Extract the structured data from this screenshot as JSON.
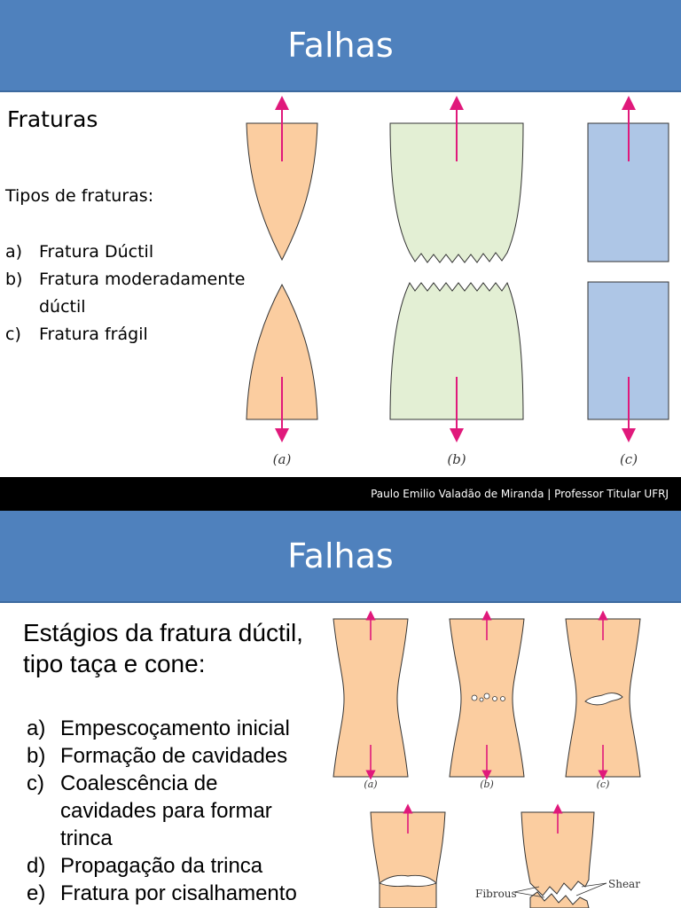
{
  "slide1": {
    "title": "Falhas",
    "heading": "Fraturas",
    "types_label": "Tipos de fraturas:",
    "items": [
      {
        "marker": "a)",
        "text": "Fratura Dúctil"
      },
      {
        "marker": "b)",
        "text": "Fratura moderadamente"
      },
      {
        "marker": "",
        "text": "dúctil"
      },
      {
        "marker": "c)",
        "text": " Fratura frágil"
      }
    ],
    "figure_labels": [
      "(a)",
      "(b)",
      "(c)"
    ],
    "colors": {
      "ductile": "#fbcda0",
      "moderate": "#e3efd4",
      "brittle": "#aec6e6",
      "arrow": "#e0197b"
    }
  },
  "footer": {
    "text": "Paulo Emilio Valadão de Miranda | Professor Titular UFRJ"
  },
  "slide2": {
    "title": "Falhas",
    "heading": "Estágios da fratura dúctil, tipo taça e cone:",
    "items": [
      {
        "marker": "a)",
        "text": "Empescoçamento inicial"
      },
      {
        "marker": "b)",
        "text": "Formação de cavidades"
      },
      {
        "marker": "c)",
        "text": "Coalescência de"
      },
      {
        "marker": "",
        "text": "cavidades para formar"
      },
      {
        "marker": "",
        "text": "trinca"
      },
      {
        "marker": "d)",
        "text": "Propagação da trinca"
      },
      {
        "marker": "e)",
        "text": "Fratura por cisalhamento"
      }
    ],
    "figure_labels": [
      "(a)",
      "(b)",
      "(c)"
    ],
    "annotation_fibrous": "Fibrous",
    "annotation_shear": "Shear",
    "colors": {
      "specimen": "#fbcda0",
      "arrow": "#e0197b"
    }
  }
}
